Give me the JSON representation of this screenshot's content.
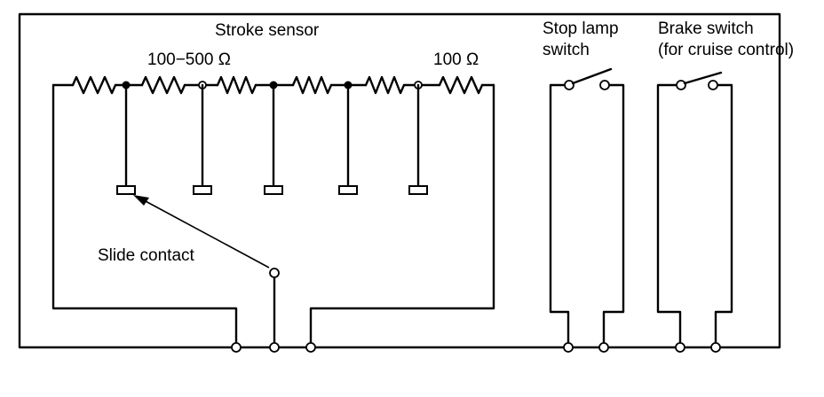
{
  "labels": {
    "stroke_sensor": "Stroke sensor",
    "resistance_range": "100−500 Ω",
    "resistance_fixed": "100 Ω",
    "stop_lamp_line1": "Stop lamp",
    "stop_lamp_line2": "switch",
    "brake_switch_line1": "Brake switch",
    "brake_switch_line2": "(for cruise control)",
    "slide_contact": "Slide contact"
  },
  "colors": {
    "line": "#000000",
    "background": "#ffffff"
  }
}
